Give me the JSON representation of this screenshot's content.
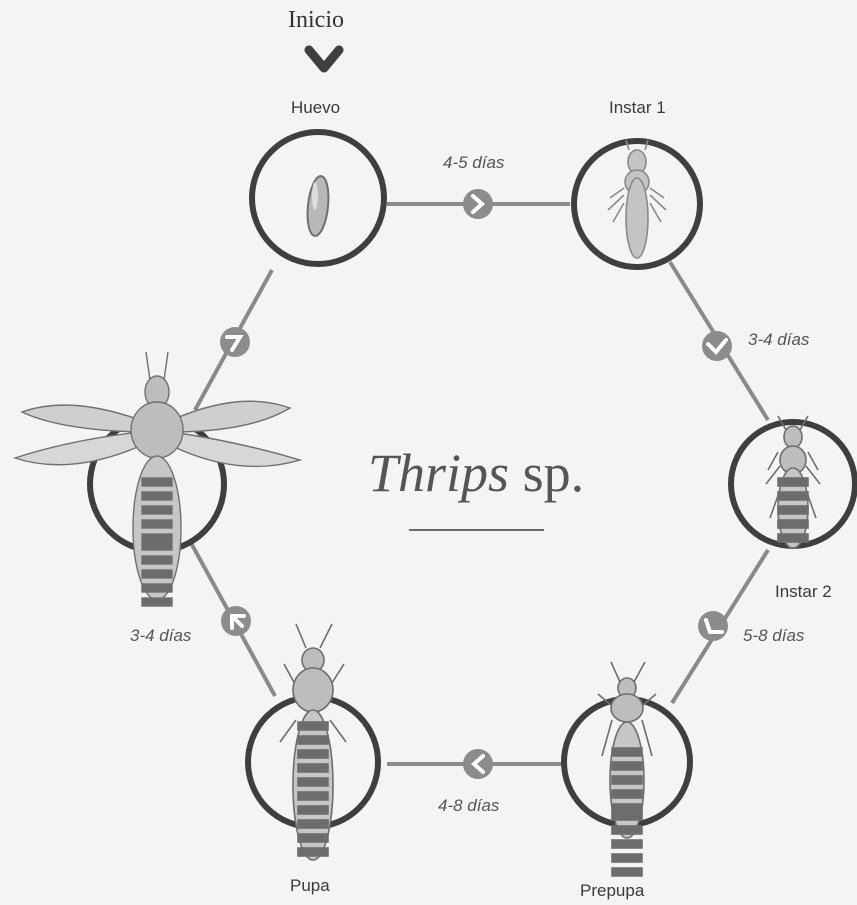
{
  "start_label": "Inicio",
  "title": {
    "genus": "Thrips",
    "suffix": "sp."
  },
  "stages": {
    "egg": "Huevo",
    "instar1": "Instar 1",
    "instar2": "Instar 2",
    "prepupa": "Prepupa",
    "pupa": "Pupa"
  },
  "durations": {
    "egg_to_instar1": "4-5 días",
    "instar1_to_instar2": "3-4 días",
    "instar2_to_prepupa": "5-8 días",
    "prepupa_to_pupa": "4-8 días",
    "pupa_to_adult": "3-4 días"
  },
  "colors": {
    "ring": "#3f3f3f",
    "connector": "#8a8a8a",
    "arrow_badge": "#8c8c8c",
    "stripe_dark": "#6c6c6c",
    "body_light": "#c9c9c9"
  }
}
